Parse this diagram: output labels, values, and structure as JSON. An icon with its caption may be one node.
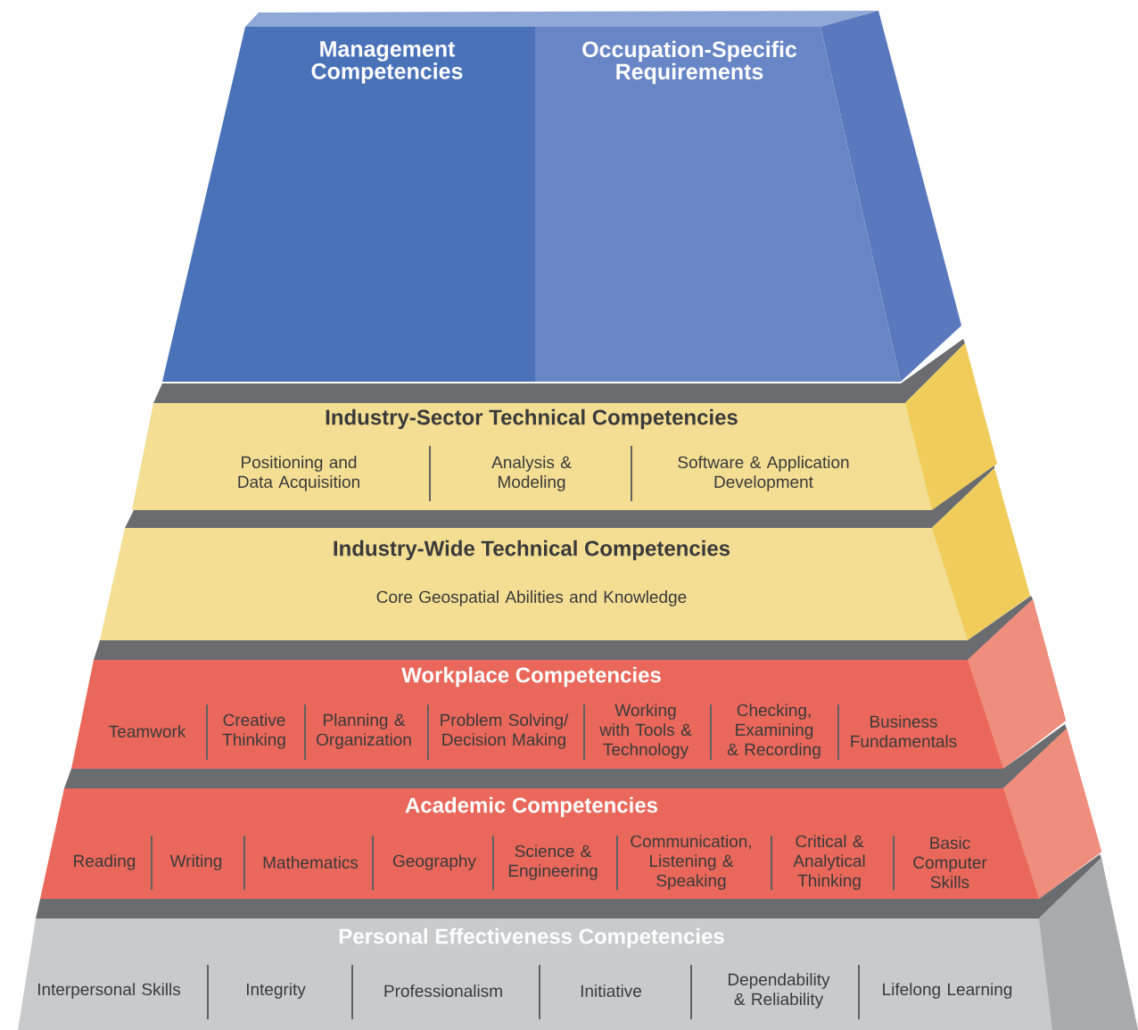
{
  "diagram": {
    "nodes": [
      {
        "text": [
          "Management Competencies"
        ]
      },
      {
        "text": [
          "Occupation-Specific Requirements"
        ]
      },
      {
        "text": [
          "Industry-Sector Technical Competencies",
          "Positioning and Data Acquisition",
          "Analysis & Modeling",
          "Software & Application Development"
        ]
      },
      {
        "text": [
          "Industry-Wide Technical Competencies",
          "Core Geospatial Abilities and Knowledge"
        ]
      },
      {
        "text": [
          "Workplace Competencies",
          "Teamwork",
          "Creative Thinking",
          "Planning & Organization",
          "Problem Solving/ Decision Making",
          "Working with Tools & Technology",
          "Checking, Examining & Recording",
          "Business Fundamentals"
        ]
      },
      {
        "text": [
          "Academic Competencies",
          "Reading",
          "Writing",
          "Mathematics",
          "Geography",
          "Science & Engineering",
          "Communication, Listening & Speaking",
          "Critical & Analytical Thinking",
          "Basic Computer Skills"
        ]
      },
      {
        "text": [
          "Personal Effectiveness Competencies",
          "Interpersonal Skills",
          "Integrity",
          "Professionalism",
          "Initiative",
          "Dependability & Reliability",
          "Lifelong Learning"
        ]
      }
    ]
  }
}
